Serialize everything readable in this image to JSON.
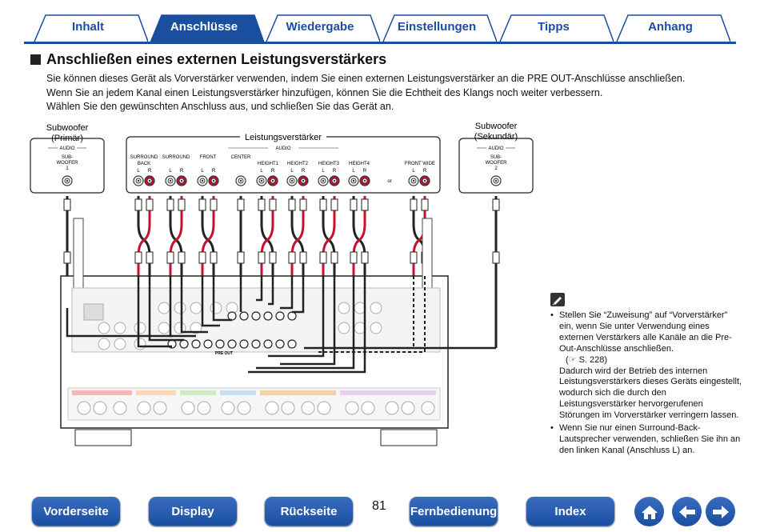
{
  "tabs": [
    {
      "label": "Inhalt",
      "active": false
    },
    {
      "label": "Anschlüsse",
      "active": true
    },
    {
      "label": "Wiedergabe",
      "active": false
    },
    {
      "label": "Einstellungen",
      "active": false
    },
    {
      "label": "Tipps",
      "active": false
    },
    {
      "label": "Anhang",
      "active": false
    }
  ],
  "heading": "Anschließen eines externen Leistungsverstärkers",
  "intro": [
    "Sie können dieses Gerät als Vorverstärker verwenden, indem Sie einen externen Leistungsverstärker an die PRE OUT-Anschlüsse anschließen.",
    "Wenn Sie an jedem Kanal einen Leistungsverstärker hinzufügen, können Sie die Echtheit des Klangs noch weiter verbessern.",
    "Wählen Sie den gewünschten Anschluss aus, und schließen Sie das Gerät an."
  ],
  "diagram": {
    "sub1_title": "Subwoofer",
    "sub1_sub": "(Primär)",
    "sub1_audio": "AUDIO",
    "sub1_label_a": "SUB-",
    "sub1_label_b": "WOOFER",
    "sub1_num": "1",
    "sub2_title": "Subwoofer",
    "sub2_sub": "(Sekundär)",
    "sub2_audio": "AUDIO",
    "sub2_label_a": "SUB-",
    "sub2_label_b": "WOOFER",
    "sub2_num": "2",
    "amp_title": "Leistungsverstärker",
    "amp_audio": "AUDIO",
    "channels": [
      {
        "name": "SURROUND",
        "name2": "BACK",
        "lr": true
      },
      {
        "name": "SURROUND",
        "name2": "",
        "lr": true
      },
      {
        "name": "FRONT",
        "name2": "",
        "lr": true
      },
      {
        "name": "CENTER",
        "name2": "",
        "lr": false
      },
      {
        "name": "HEIGHT1",
        "name2": "",
        "lr": true
      },
      {
        "name": "HEIGHT2",
        "name2": "",
        "lr": true
      },
      {
        "name": "HEIGHT3",
        "name2": "",
        "lr": true
      },
      {
        "name": "HEIGHT4",
        "name2": "",
        "lr": true
      },
      {
        "name": "FRONT WIDE",
        "name2": "",
        "lr": true
      }
    ],
    "or_text": "or",
    "L": "L",
    "R": "R",
    "pre_out": "PRE OUT"
  },
  "note": {
    "item1": "Stellen Sie “Zuweisung” auf “Vorverstärker” ein, wenn Sie unter Verwendung eines externen Verstärkers alle Kanäle an die Pre-Out-Anschlüsse anschließen.",
    "item1_ref": "(☞ S. 228)",
    "item1_cont": "Dadurch wird der Betrieb des internen Leistungsverstärkers dieses Geräts eingestellt, wodurch sich die durch den Leistungsverstärker hervorgerufenen Störungen im Vorverstärker verringern lassen.",
    "item2": "Wenn Sie nur einen Surround-Back-Lautsprecher verwenden, schließen Sie ihn an den linken Kanal (Anschluss L) an."
  },
  "nav": {
    "front": "Vorderseite",
    "display": "Display",
    "back": "Rückseite",
    "remote": "Fernbedienung",
    "index": "Index",
    "page": "81"
  },
  "icons": {
    "home": "home-icon",
    "prev": "arrow-left-icon",
    "next": "arrow-right-icon",
    "note": "pencil-note-icon"
  },
  "colors": {
    "brand": "#1a4fa0",
    "red": "#c8102e"
  }
}
